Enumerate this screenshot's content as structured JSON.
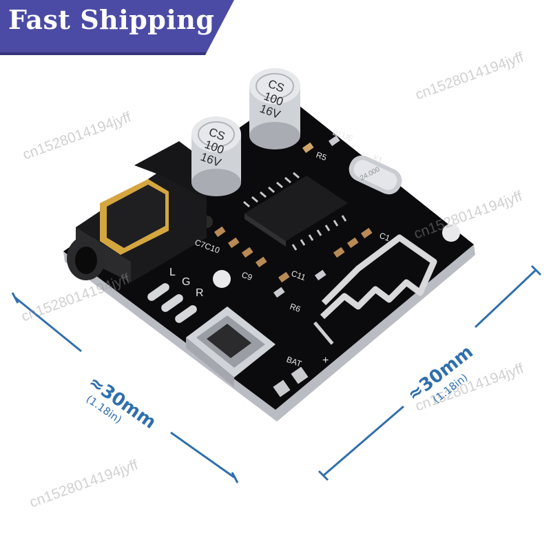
{
  "banner": {
    "text": "Fast Shipping",
    "color": "#4b4ba6"
  },
  "watermark": {
    "text": "cn1528014194jyff"
  },
  "dimensions": {
    "left": {
      "main": "≈30mm",
      "sub": "(1.18in)"
    },
    "right": {
      "main": "≈30mm",
      "sub": "(1.18in)"
    },
    "line_color": "#2f6fad"
  },
  "board": {
    "capacitor_label": [
      "CS",
      "100",
      "16V"
    ],
    "labels": {
      "blue": "BLUE",
      "r5": "R5",
      "x1": "X1",
      "crystal": "24.000",
      "c1": "C1",
      "c11": "C11",
      "r6": "R6",
      "c7c10": "C7C10",
      "c9": "C9",
      "l": "L",
      "g": "G",
      "r": "R",
      "bat": "BAT",
      "plus": "+"
    }
  }
}
